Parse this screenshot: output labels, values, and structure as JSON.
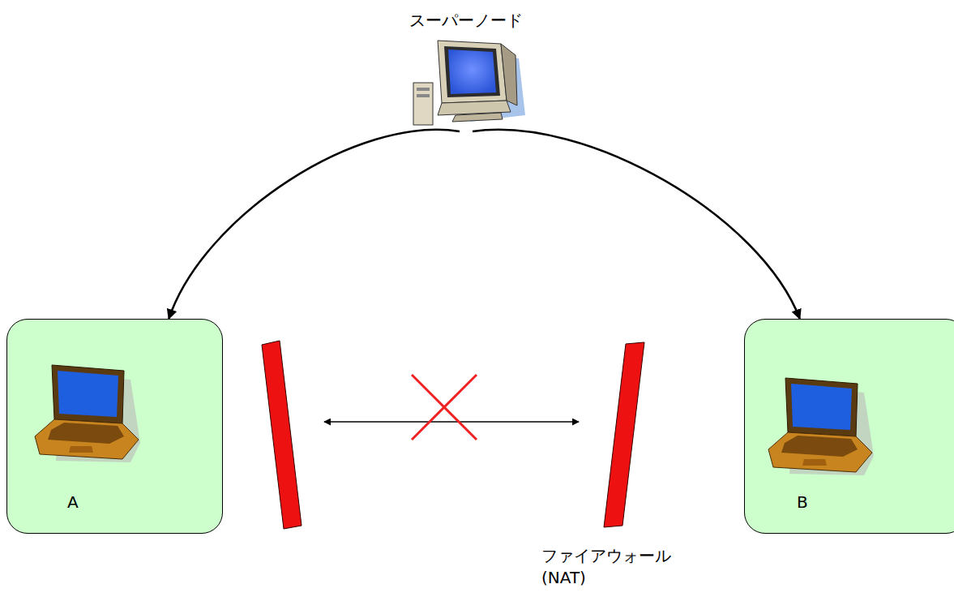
{
  "diagram": {
    "nodes": [
      {
        "text": [
          "スーパーノード"
        ]
      },
      {
        "text": [
          "A"
        ]
      },
      {
        "text": [
          "B"
        ]
      }
    ],
    "edges": [
      {
        "from": 0,
        "to": 1,
        "arrow": "to"
      },
      {
        "from": 0,
        "to": 2,
        "arrow": "to"
      }
    ],
    "labels": [
      "ファイアウォール (NAT)"
    ]
  }
}
